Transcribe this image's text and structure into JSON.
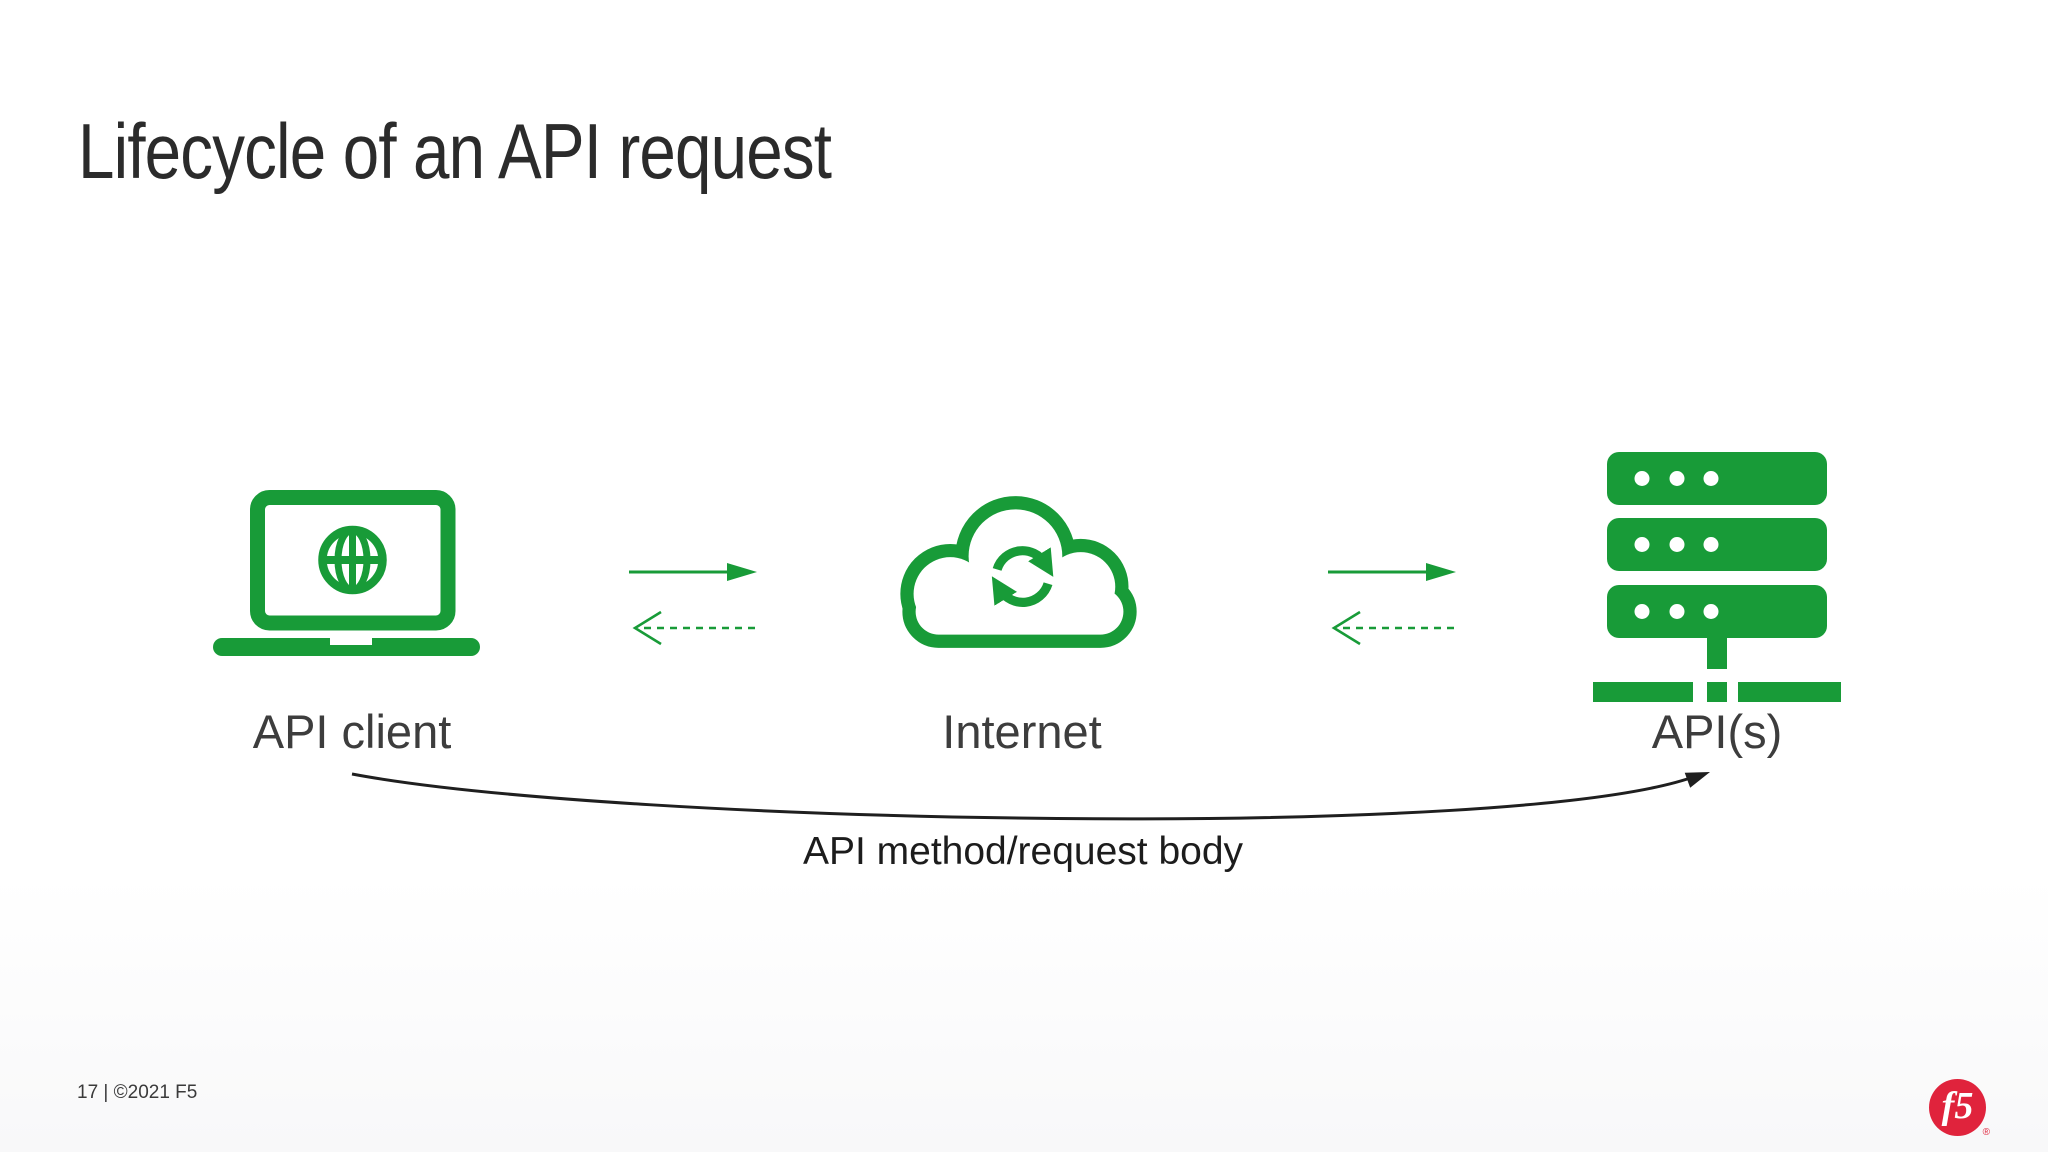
{
  "slide": {
    "title": "Lifecycle of an API request",
    "footer": {
      "page_info": "17 | ©2021 F5"
    },
    "logo": {
      "text": "f5",
      "registered": "®"
    }
  },
  "diagram": {
    "nodes": [
      {
        "id": "api-client",
        "label": "API client",
        "icon": "laptop-globe-icon"
      },
      {
        "id": "internet",
        "label": "Internet",
        "icon": "cloud-sync-icon"
      },
      {
        "id": "apis",
        "label": "API(s)",
        "icon": "server-stack-icon"
      }
    ],
    "flows": [
      {
        "between": [
          "API client",
          "Internet"
        ],
        "forward": "solid-arrow-right",
        "return": "dashed-arrow-left"
      },
      {
        "between": [
          "Internet",
          "API(s)"
        ],
        "forward": "solid-arrow-right",
        "return": "dashed-arrow-left"
      }
    ],
    "annotation": {
      "from": "API client",
      "to": "API(s)",
      "label": "API method/request body"
    }
  },
  "colors": {
    "green": "#189b38",
    "title_text": "#2b2b2b",
    "label_text": "#3d3d3d",
    "annotation_text": "#1c1c1c",
    "arrow_black": "#1f1f1f",
    "f5_red": "#e0233c",
    "footer_text": "#3a3a3a"
  }
}
